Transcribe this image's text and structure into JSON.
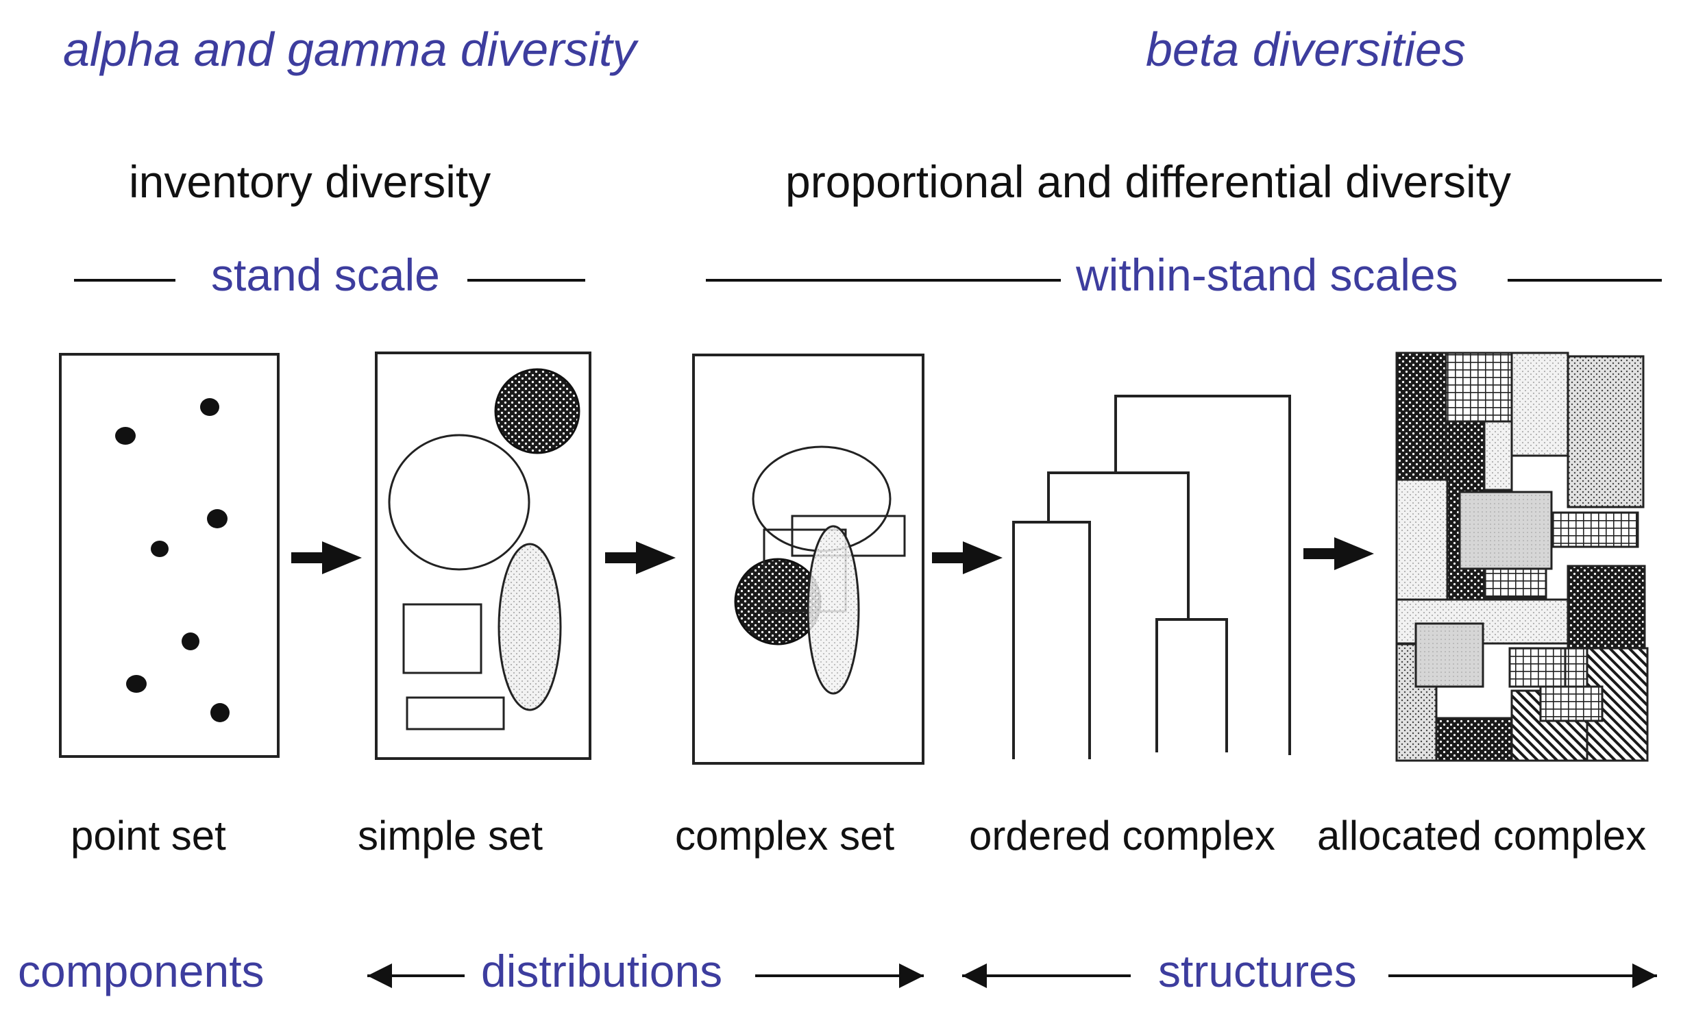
{
  "headings": {
    "alpha_gamma": "alpha and gamma diversity",
    "beta": "beta diversities"
  },
  "subheadings": {
    "inventory": "inventory diversity",
    "proportional": "proportional and differential diversity"
  },
  "scales": {
    "stand": "stand scale",
    "within_stand": "within-stand scales"
  },
  "panels": [
    {
      "label": "point set"
    },
    {
      "label": "simple set"
    },
    {
      "label": "complex set"
    },
    {
      "label": "ordered complex"
    },
    {
      "label": "allocated complex"
    }
  ],
  "bottom": {
    "components": "components",
    "distributions": "distributions",
    "structures": "structures"
  },
  "colors": {
    "heading_blue": "#3d3d9e",
    "text_black": "#111111"
  }
}
